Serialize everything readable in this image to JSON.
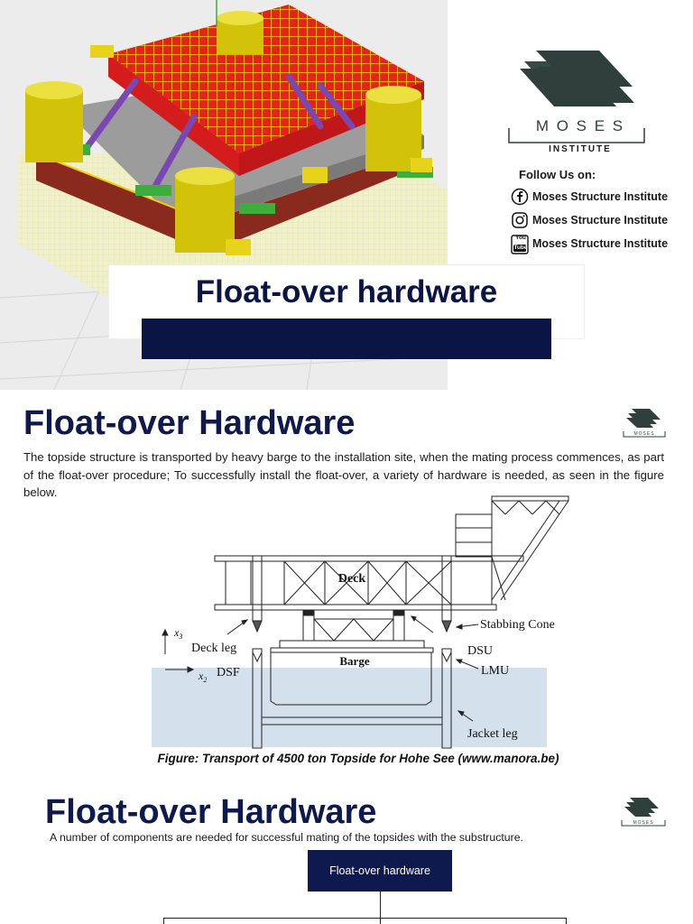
{
  "cover": {
    "title": "Float-over hardware"
  },
  "brand": {
    "name": "M O S E S",
    "subtitle": "INSTITUTE",
    "primary_color": "#2f3f3c",
    "navy": "#0a1445"
  },
  "social": {
    "title": "Follow Us on:",
    "items": [
      {
        "icon": "facebook-icon",
        "label": "Moses Structure Institute"
      },
      {
        "icon": "instagram-icon",
        "label": "Moses Structure Institute"
      },
      {
        "icon": "youtube-icon",
        "label": "Moses Structure Institute",
        "icon_text_top": "You",
        "icon_text_bottom": "Tube"
      }
    ]
  },
  "section2": {
    "title": "Float-over Hardware",
    "body": "The topside structure is transported by heavy barge to the installation site, when the mating process commences, as part of the float-over procedure; To successfully install the float-over, a variety of hardware is needed, as seen in the figure below.",
    "figure": {
      "labels": {
        "deck": "Deck",
        "barge": "Barge",
        "deck_leg": "Deck leg",
        "dsf": "DSF",
        "stabbing_cone": "Stabbing Cone",
        "dsu": "DSU",
        "lmu": "LMU",
        "jacket_leg": "Jacket leg",
        "x3": "x",
        "x3_sub": "3",
        "x2": "x",
        "x2_sub": "2"
      }
    },
    "caption": "Figure: Transport of 4500 ton Topside for Hohe See (www.manora.be)"
  },
  "section3": {
    "title": "Float-over Hardware",
    "body": "A number of components are needed for successful mating of the topsides with the substructure.",
    "flow_root": "Float-over hardware"
  }
}
